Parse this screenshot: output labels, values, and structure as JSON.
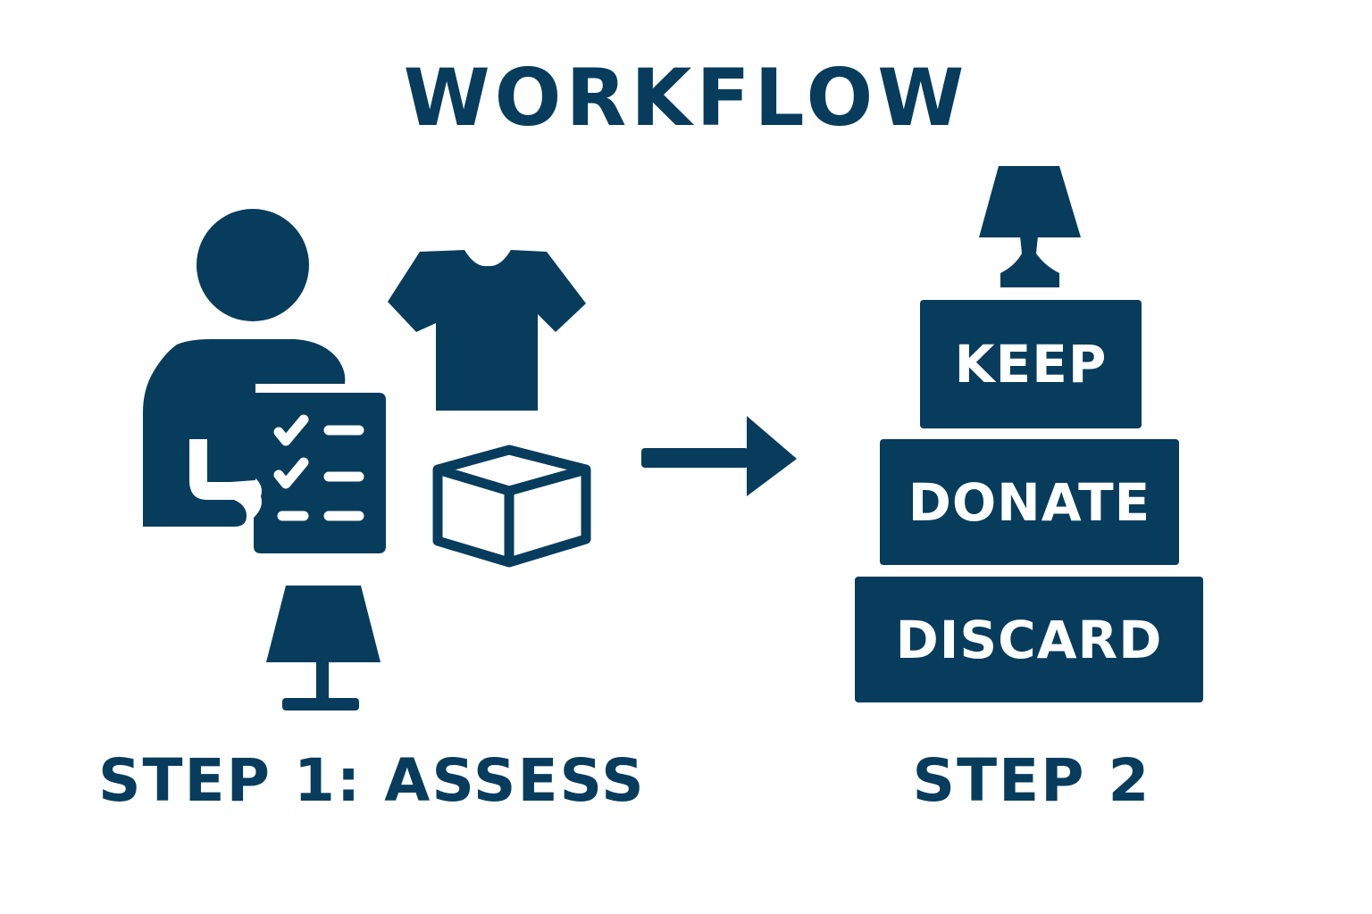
{
  "colors": {
    "ink": "#073c5c",
    "background": "#ffffff",
    "tier_text": "#ffffff"
  },
  "title": "WORKFLOW",
  "step1": {
    "label": "STEP 1: ASSESS",
    "icons": [
      "person-icon",
      "checklist-clipboard-icon",
      "t-shirt-icon",
      "box-icon",
      "lamp-icon"
    ]
  },
  "connector": {
    "icon": "arrow-right-icon"
  },
  "step2": {
    "label": "STEP 2",
    "top_icon": "lamp-icon",
    "tiers": [
      "KEEP",
      "DONATE",
      "DISCARD"
    ]
  }
}
